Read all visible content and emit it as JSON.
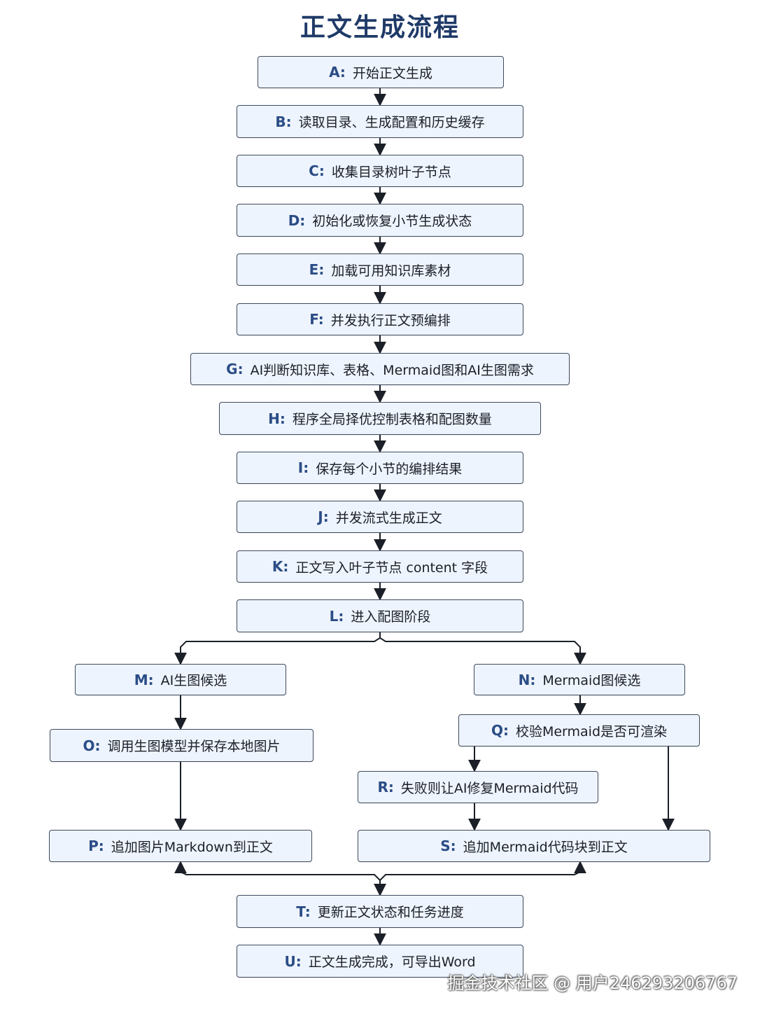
{
  "title": "正文生成流程",
  "watermark": "掘金技术社区 @ 用户2462932067​67",
  "nodes": [
    {
      "id": "A",
      "key": "A:",
      "label": "开始正文生成"
    },
    {
      "id": "B",
      "key": "B:",
      "label": "读取目录、生成配置和历史缓存"
    },
    {
      "id": "C",
      "key": "C:",
      "label": "收集目录树叶子节点"
    },
    {
      "id": "D",
      "key": "D:",
      "label": "初始化或恢复小节生成状态"
    },
    {
      "id": "E",
      "key": "E:",
      "label": "加载可用知识库素材"
    },
    {
      "id": "F",
      "key": "F:",
      "label": "并发执行正文预编排"
    },
    {
      "id": "G",
      "key": "G:",
      "label": "AI判断知识库、表格、Mermaid图和AI生图需求"
    },
    {
      "id": "H",
      "key": "H:",
      "label": "程序全局择优控制表格和配图数量"
    },
    {
      "id": "I",
      "key": "I:",
      "label": "保存每个小节的编排结果"
    },
    {
      "id": "J",
      "key": "J:",
      "label": "并发流式生成正文"
    },
    {
      "id": "K",
      "key": "K:",
      "label": "正文写入叶子节点 content 字段"
    },
    {
      "id": "L",
      "key": "L:",
      "label": "进入配图阶段"
    },
    {
      "id": "M",
      "key": "M:",
      "label": "AI生图候选"
    },
    {
      "id": "N",
      "key": "N:",
      "label": "Mermaid图候选"
    },
    {
      "id": "O",
      "key": "O:",
      "label": "调用生图模型并保存本地图片"
    },
    {
      "id": "Q",
      "key": "Q:",
      "label": "校验Mermaid是否可渲染"
    },
    {
      "id": "R",
      "key": "R:",
      "label": "失败则让AI修复Mermaid代码"
    },
    {
      "id": "P",
      "key": "P:",
      "label": "追加图片Markdown到正文"
    },
    {
      "id": "S",
      "key": "S:",
      "label": "追加Mermaid代码块到正文"
    },
    {
      "id": "T",
      "key": "T:",
      "label": "更新正文状态和任务进度"
    },
    {
      "id": "U",
      "key": "U:",
      "label": "正文生成完成，可导出Word"
    }
  ],
  "edges": [
    [
      "A",
      "B"
    ],
    [
      "B",
      "C"
    ],
    [
      "C",
      "D"
    ],
    [
      "D",
      "E"
    ],
    [
      "E",
      "F"
    ],
    [
      "F",
      "G"
    ],
    [
      "G",
      "H"
    ],
    [
      "H",
      "I"
    ],
    [
      "I",
      "J"
    ],
    [
      "J",
      "K"
    ],
    [
      "K",
      "L"
    ],
    [
      "L",
      "M"
    ],
    [
      "L",
      "N"
    ],
    [
      "M",
      "O"
    ],
    [
      "O",
      "P"
    ],
    [
      "N",
      "Q"
    ],
    [
      "Q",
      "R"
    ],
    [
      "Q",
      "S"
    ],
    [
      "R",
      "S"
    ],
    [
      "P",
      "T"
    ],
    [
      "S",
      "T"
    ],
    [
      "T",
      "U"
    ]
  ]
}
